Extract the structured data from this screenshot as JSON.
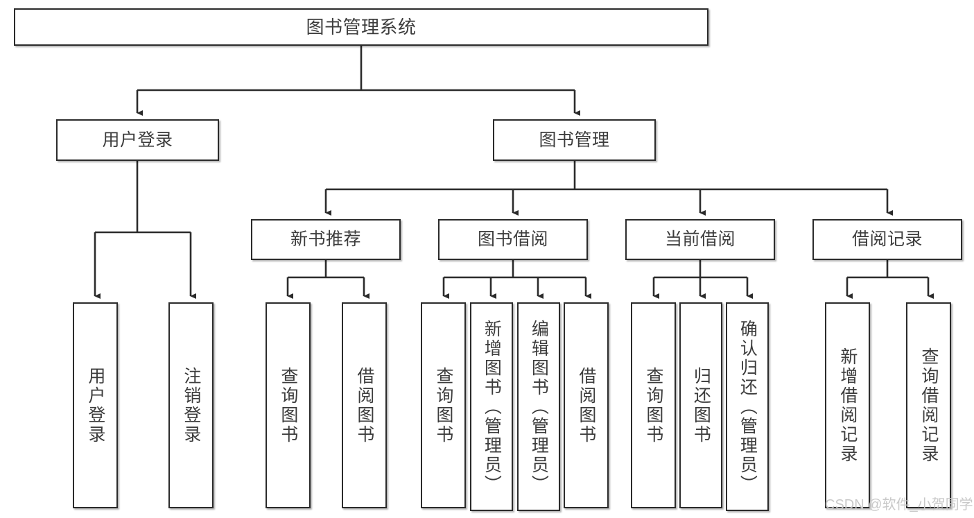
{
  "diagram": {
    "title": "图书管理系统",
    "type": "tree-hierarchy",
    "root": {
      "label": "图书管理系统"
    },
    "level2": [
      {
        "label": "用户登录"
      },
      {
        "label": "图书管理"
      }
    ],
    "level3": [
      {
        "label": "新书推荐"
      },
      {
        "label": "图书借阅"
      },
      {
        "label": "当前借阅"
      },
      {
        "label": "借阅记录"
      }
    ],
    "leaves": {
      "user_login": [
        {
          "label": "用户登录"
        },
        {
          "label": "注销登录"
        }
      ],
      "new_book_recommend": [
        {
          "label": "查询图书"
        },
        {
          "label": "借阅图书"
        }
      ],
      "book_borrow": [
        {
          "label": "查询图书"
        },
        {
          "label": "新增图书（管理员）"
        },
        {
          "label": "编辑图书（管理员）"
        },
        {
          "label": "借阅图书"
        }
      ],
      "current_borrow": [
        {
          "label": "查询图书"
        },
        {
          "label": "归还图书"
        },
        {
          "label": "确认归还（管理员）"
        }
      ],
      "borrow_record": [
        {
          "label": "新增借阅记录"
        },
        {
          "label": "查询借阅记录"
        }
      ]
    }
  },
  "watermark": {
    "text": "CSDN @软件_小贺同学"
  },
  "colors": {
    "border": "#2b2b2b",
    "text": "#3c3c3c",
    "background": "#ffffff",
    "watermark": "#c9c9c9"
  }
}
